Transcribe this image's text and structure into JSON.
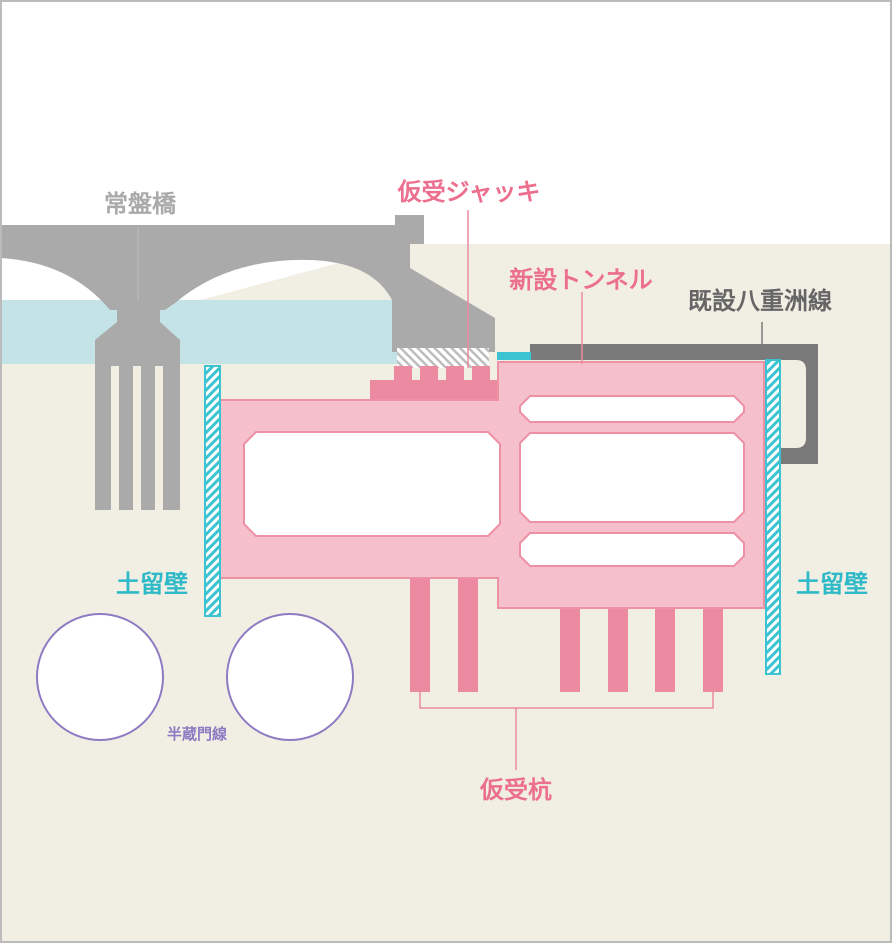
{
  "labels": {
    "bridge": "常盤橋",
    "jack": "仮受ジャッキ",
    "new_tunnel": "新設トンネル",
    "existing_line": "既設八重洲線",
    "retaining_wall_left": "土留壁",
    "retaining_wall_right": "土留壁",
    "hanzomon_line": "半蔵門線",
    "temp_piles": "仮受杭"
  },
  "colors": {
    "ground": "#f1efe4",
    "sky": "#ffffff",
    "bridge": "#aaaaaa",
    "water": "#c3e3e7",
    "tunnel_fill": "#f5bfcc",
    "tunnel_stroke": "#ee90a6",
    "pile": "#ec8aa1",
    "existing_line": "#7a7a7a",
    "retaining_wall": "#3cc3d1",
    "hanzomon": "#8e7ac2",
    "label_pink": "#ec6f8e",
    "label_gray": "#666666",
    "label_cyan": "#2eb9c8"
  }
}
